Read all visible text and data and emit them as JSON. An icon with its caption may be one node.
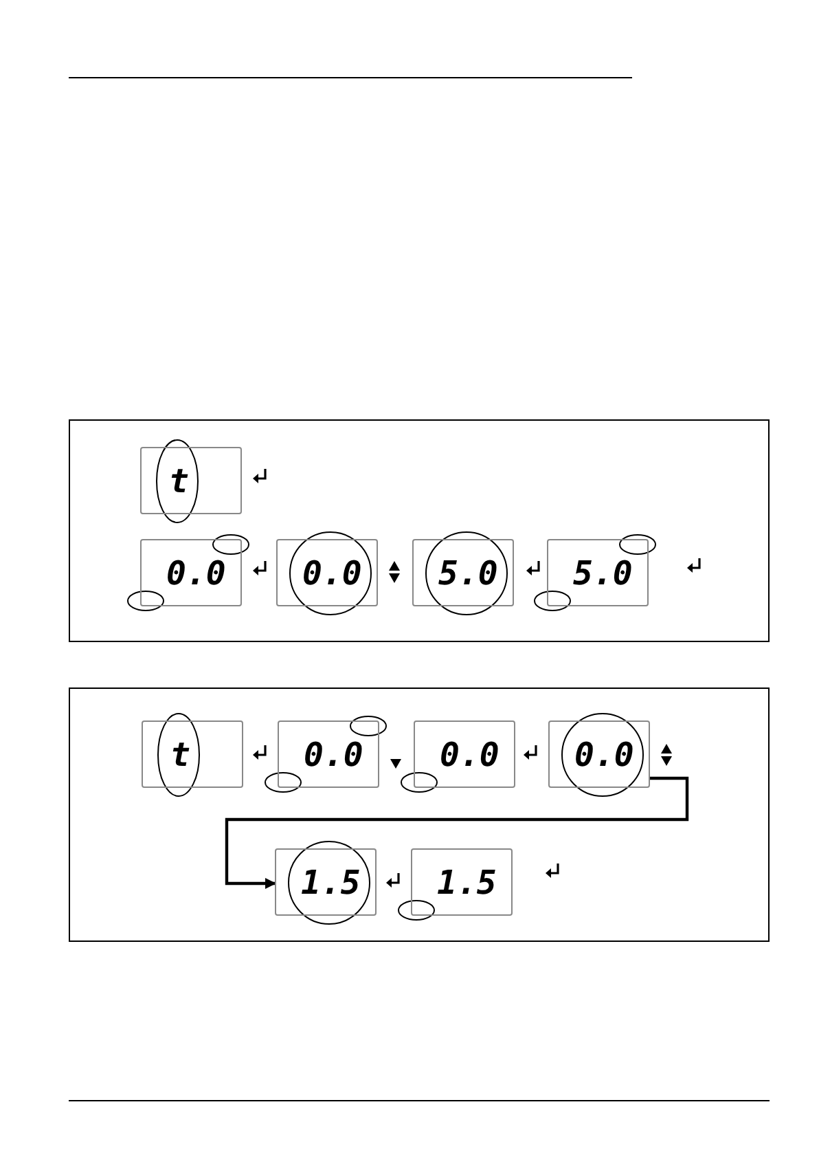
{
  "diagram": {
    "nodes": [
      {
        "text": [
          "t"
        ]
      },
      {
        "text": [
          "0.0"
        ]
      },
      {
        "text": [
          "0.0"
        ]
      },
      {
        "text": [
          "5.0"
        ]
      },
      {
        "text": [
          "5.0"
        ]
      },
      {
        "text": [
          "t"
        ]
      },
      {
        "text": [
          "0.0"
        ]
      },
      {
        "text": [
          "0.0"
        ]
      },
      {
        "text": [
          "0.0"
        ]
      },
      {
        "text": [
          "1.5"
        ]
      },
      {
        "text": [
          "1.5"
        ]
      }
    ],
    "edges": [
      {
        "from": 8,
        "to": 9,
        "arrow": "to"
      }
    ]
  }
}
